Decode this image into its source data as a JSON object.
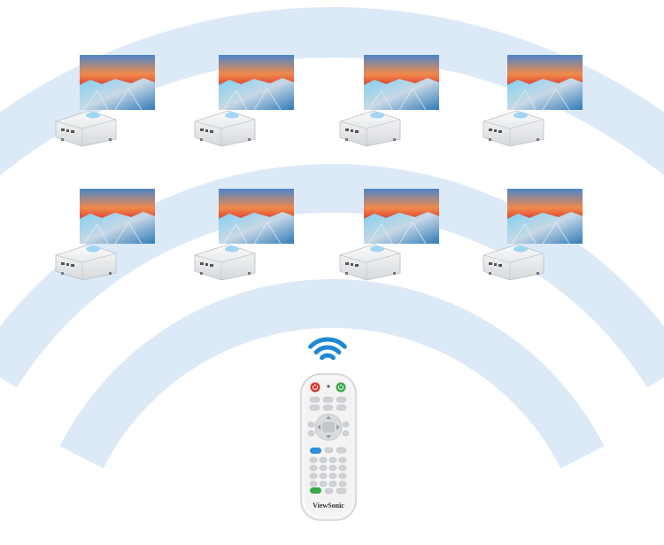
{
  "colors": {
    "wave": "#dce9f7",
    "wifi": "#1e88d6",
    "remote_body": "#f3f3f3",
    "remote_edge": "#c9c9c9",
    "power": "#d53a34",
    "source_green": "#3aa84a",
    "menu_blue": "#2f8fd8",
    "button_grey": "#cfd2d6",
    "projector_body": "#eceeef"
  },
  "remote": {
    "brand": "ViewSonic"
  },
  "projector_rows": 2,
  "projectors_per_row": 4,
  "icons": [
    "wifi-signal-icon",
    "power-icon",
    "dpad-icon"
  ]
}
